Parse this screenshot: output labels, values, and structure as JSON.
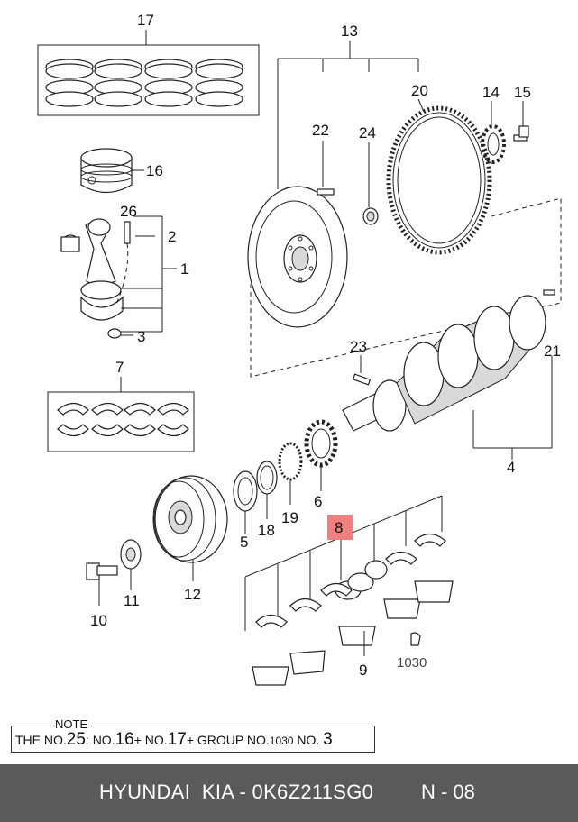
{
  "callouts": {
    "c1": "1",
    "c2": "2",
    "c3": "3",
    "c4": "4",
    "c5": "5",
    "c6": "6",
    "c7": "7",
    "c8": "8",
    "c9": "9",
    "c10": "10",
    "c11": "11",
    "c12": "12",
    "c13": "13",
    "c14": "14",
    "c15": "15",
    "c16": "16",
    "c17": "17",
    "c18": "18",
    "c19": "19",
    "c20": "20",
    "c21": "21",
    "c22": "22",
    "c23": "23",
    "c24": "24",
    "c26": "26",
    "c1030": "1030"
  },
  "highlight_color": "#f08080",
  "note": {
    "title": "NOTE",
    "the_no_prefix": "THE NO.",
    "the_no_value": "25",
    "colon_no": ": NO.",
    "no_16": "16",
    "plus_no_1": "+ NO.",
    "no_17": "17",
    "plus_group": "+ GROUP NO.",
    "group_no": "1030",
    "no_suffix": " NO.",
    "no_3": "3"
  },
  "footer": {
    "text": "HYUNDAI  KIA - 0K6Z211SG0",
    "page": "N - 08"
  }
}
